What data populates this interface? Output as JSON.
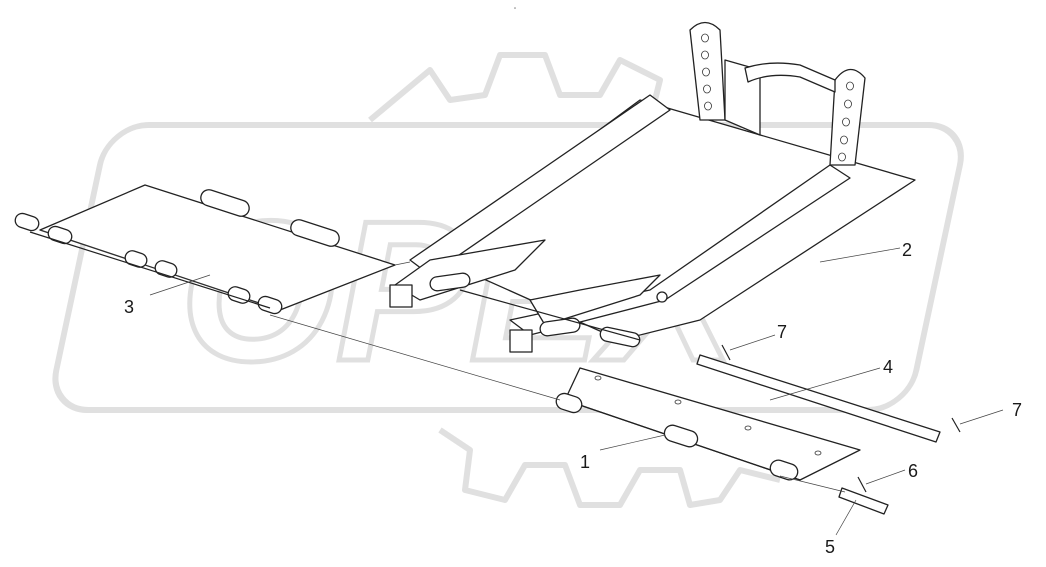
{
  "header": {
    "tiny_caption": "ᵘ"
  },
  "watermark": {
    "text": "OPEX"
  },
  "callouts": [
    {
      "id": "1",
      "text": "1"
    },
    {
      "id": "2",
      "text": "2"
    },
    {
      "id": "3",
      "text": "3"
    },
    {
      "id": "4",
      "text": "4"
    },
    {
      "id": "5",
      "text": "5"
    },
    {
      "id": "6",
      "text": "6"
    },
    {
      "id": "7a",
      "text": "7"
    },
    {
      "id": "7b",
      "text": "7"
    }
  ],
  "colors": {
    "line": "#222222",
    "watermark": "#e0e0e0",
    "background": "#ffffff"
  }
}
